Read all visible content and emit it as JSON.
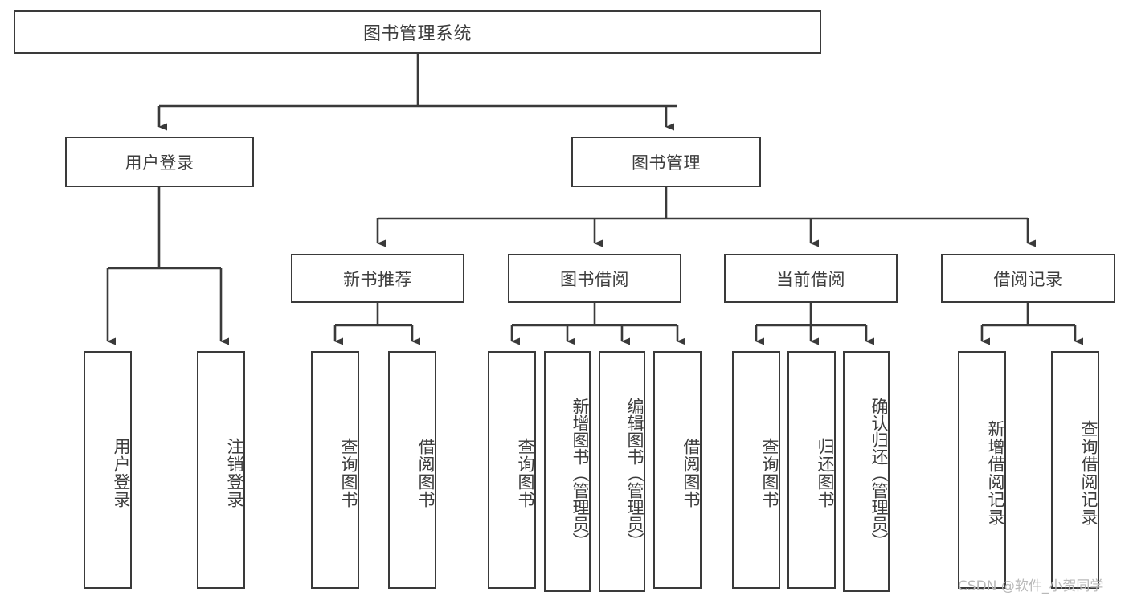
{
  "diagram": {
    "title": "图书管理系统",
    "type": "tree-hierarchy-diagram",
    "colors": {
      "box_border": "#3a3a3a",
      "box_fill": "#ffffff",
      "text": "#3d3d3d",
      "edge": "#3a3a3a",
      "watermark": "#b9b9b9",
      "background": "#ffffff"
    },
    "nodes": {
      "root": {
        "label": "图书管理系统"
      },
      "level2": [
        {
          "label": "用户登录"
        },
        {
          "label": "图书管理"
        }
      ],
      "level3": [
        {
          "label": "新书推荐"
        },
        {
          "label": "图书借阅"
        },
        {
          "label": "当前借阅"
        },
        {
          "label": "借阅记录"
        }
      ],
      "leaves_user_login": [
        {
          "label": "用户登录"
        },
        {
          "label": "注销登录"
        }
      ],
      "leaves_new_book": [
        {
          "label": "查询图书"
        },
        {
          "label": "借阅图书"
        }
      ],
      "leaves_borrow": [
        {
          "label": "查询图书"
        },
        {
          "label": "新增图书（管理员）"
        },
        {
          "label": "编辑图书（管理员）"
        },
        {
          "label": "借阅图书"
        }
      ],
      "leaves_current": [
        {
          "label": "查询图书"
        },
        {
          "label": "归还图书"
        },
        {
          "label": "确认归还（管理员）"
        }
      ],
      "leaves_records": [
        {
          "label": "新增借阅记录"
        },
        {
          "label": "查询借阅记录"
        }
      ]
    },
    "watermark": "CSDN @软件_小贺同学"
  }
}
